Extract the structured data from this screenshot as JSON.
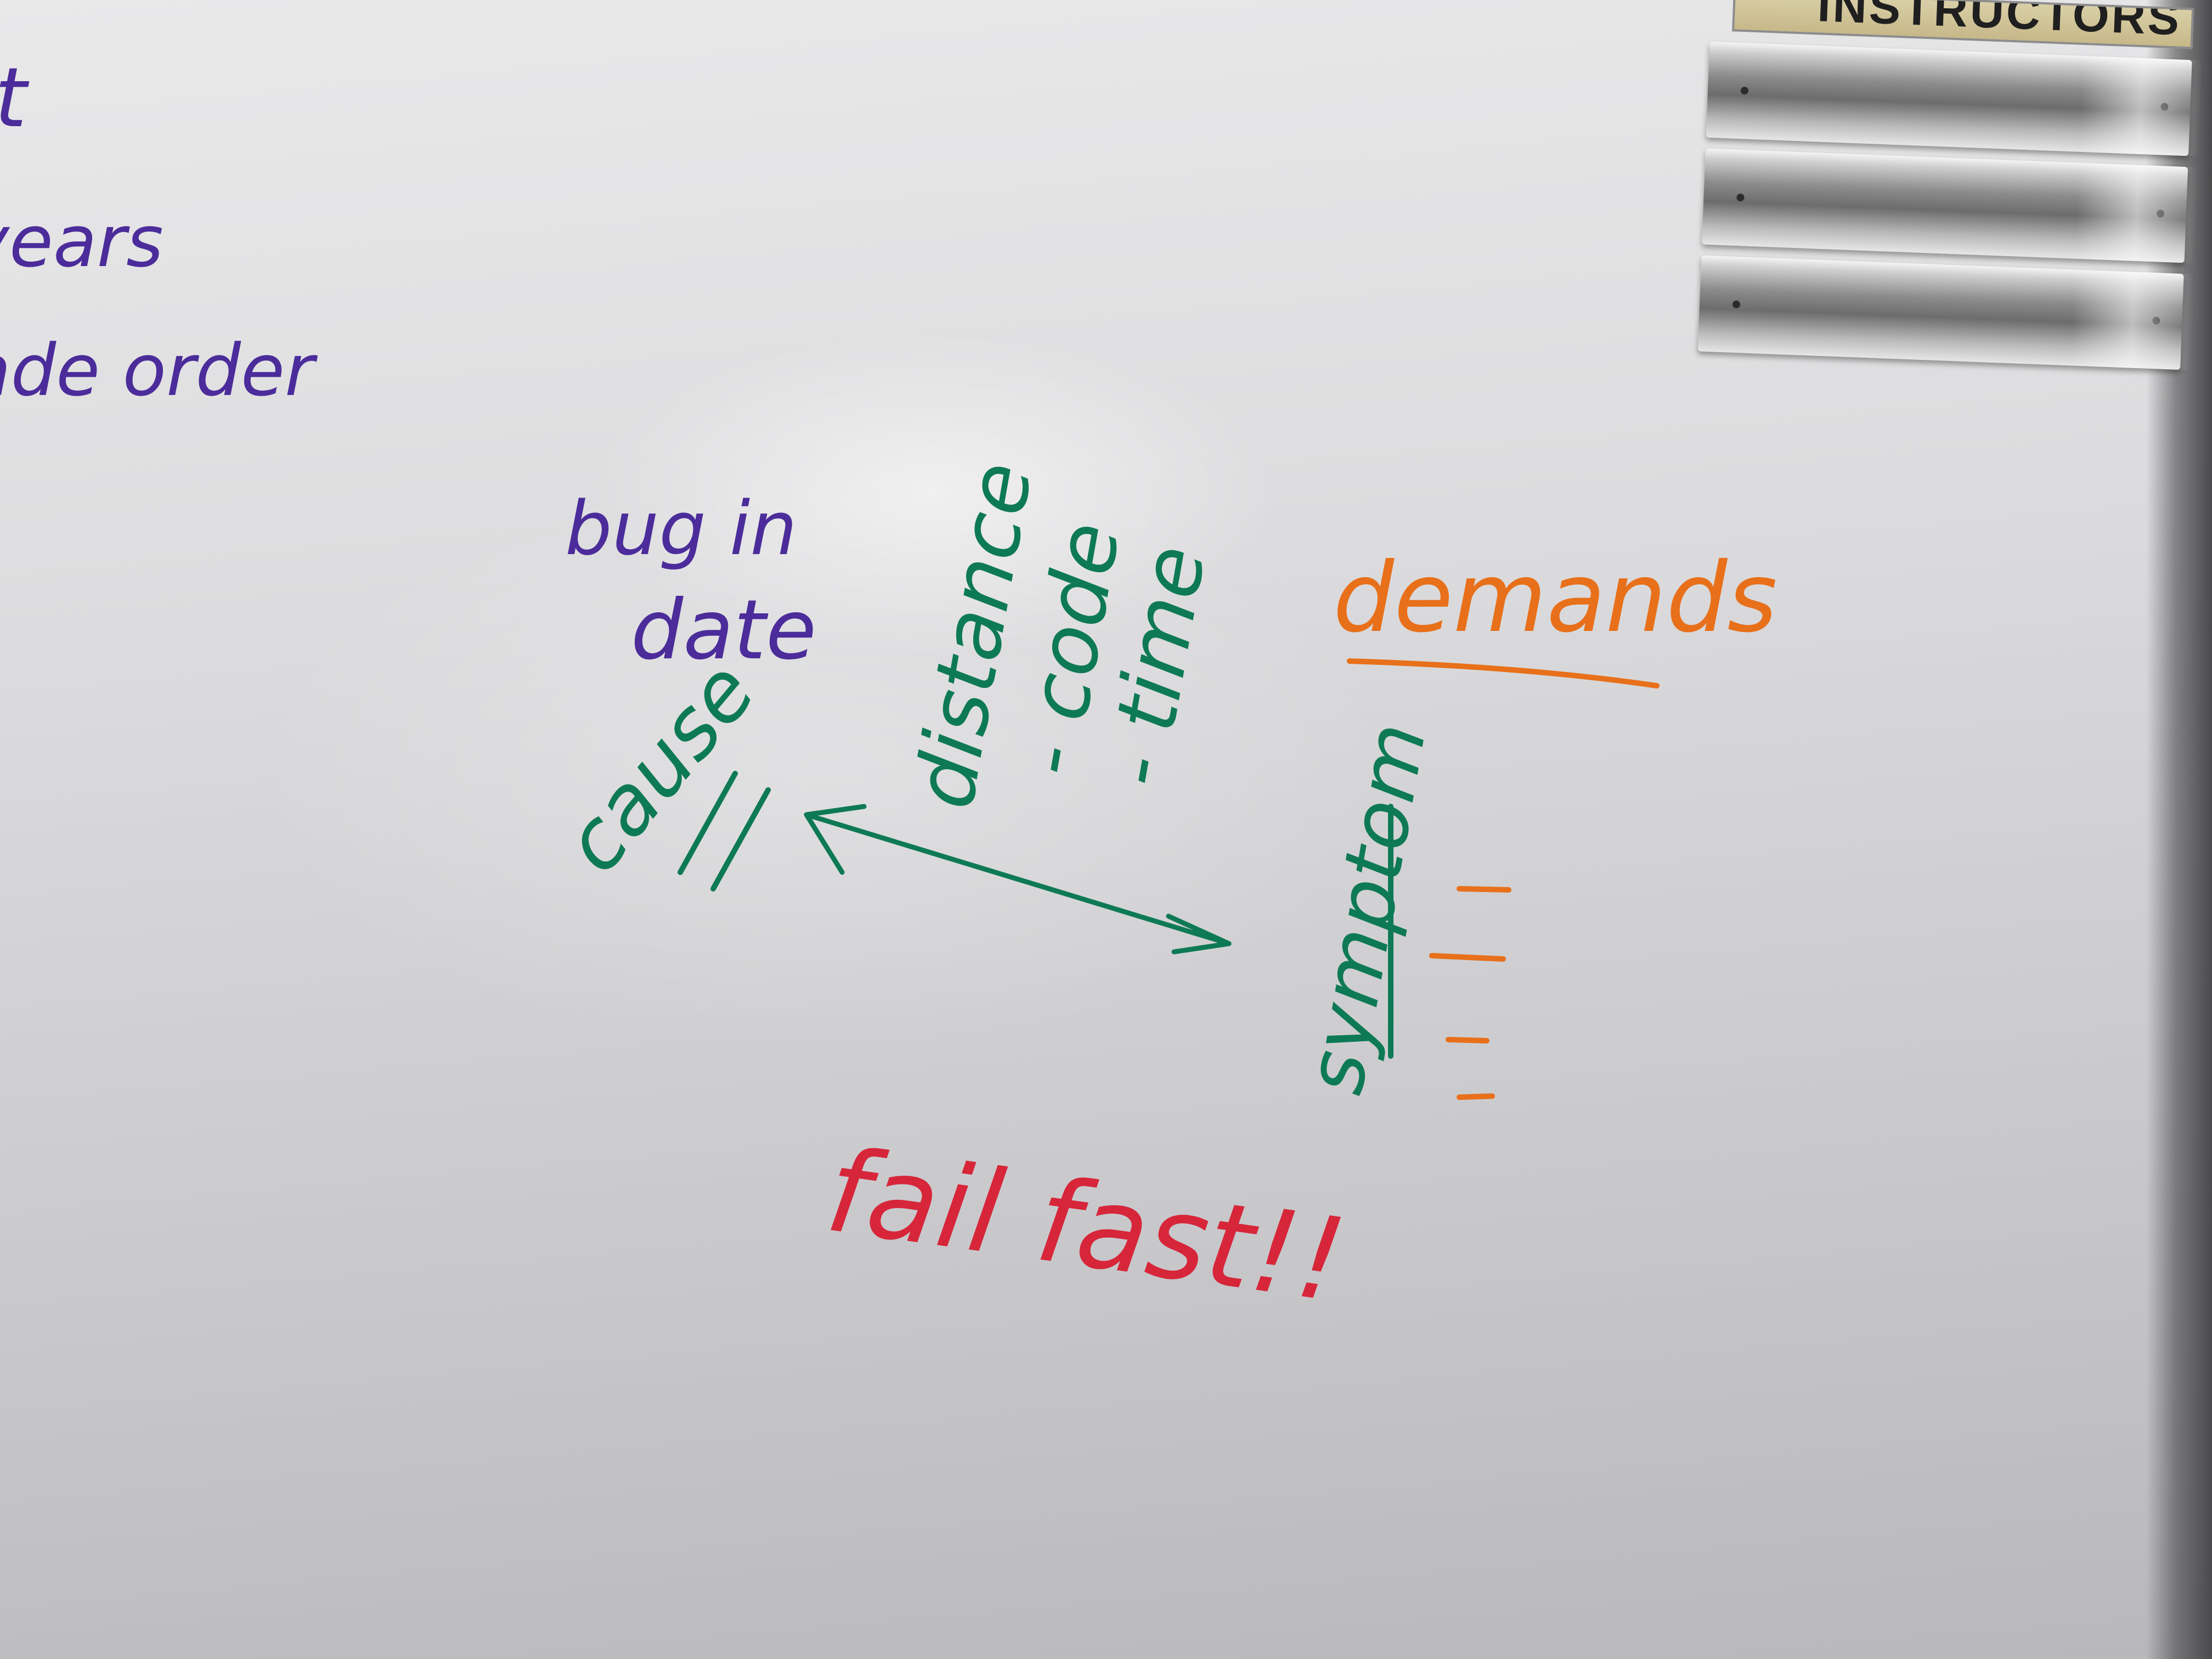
{
  "nameplate": {
    "label": "INSTRUCTORS"
  },
  "whiteboard": {
    "left_edge_text": [
      "t",
      "years",
      "ade order"
    ],
    "cause_note": {
      "line1": "bug in",
      "line2": "date"
    },
    "cause_label": "cause",
    "distance_list": {
      "heading": "distance",
      "items": [
        "- code",
        "- time"
      ]
    },
    "demands_label": "demands",
    "symptom_label": "symptom",
    "exclamation": "fail fast!!"
  },
  "colors": {
    "purple_marker": "#4b2c9a",
    "green_marker": "#0e7a55",
    "orange_marker": "#e8701a",
    "red_marker": "#d7263a"
  }
}
